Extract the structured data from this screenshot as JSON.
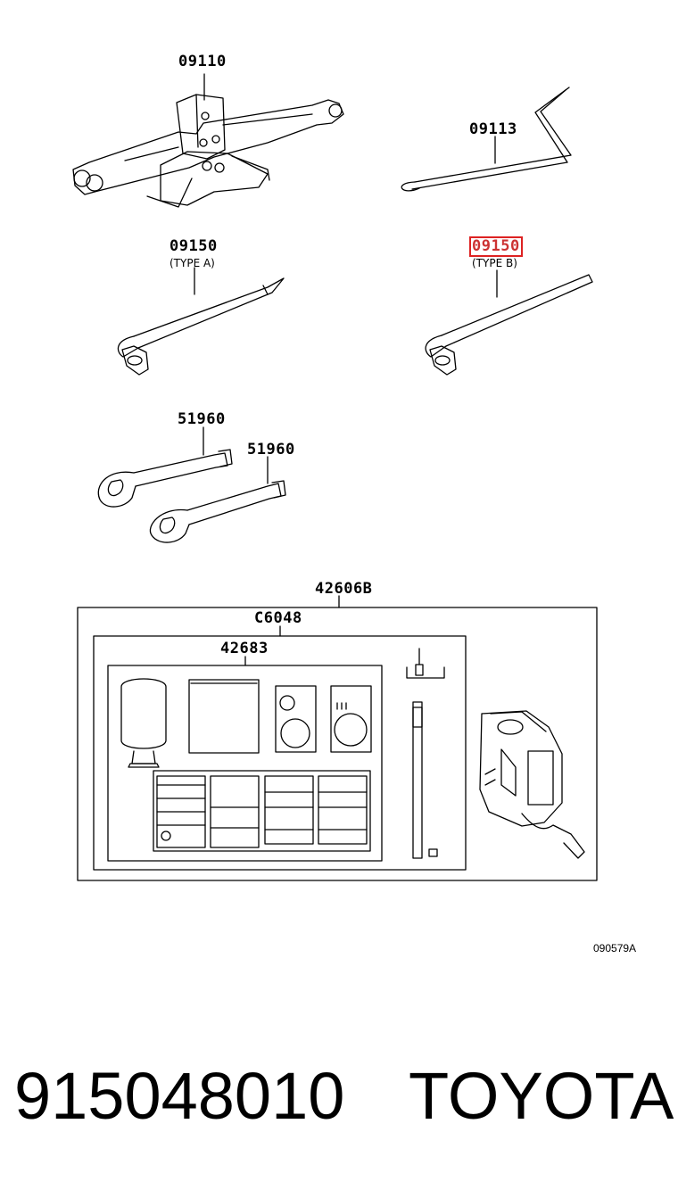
{
  "callouts": {
    "jack": "09110",
    "handle": "09113",
    "wrench_a": "09150",
    "wrench_a_type": "(TYPE A)",
    "wrench_b": "09150",
    "wrench_b_type": "(TYPE B)",
    "hook_1": "51960",
    "hook_2": "51960",
    "kit": "42606B",
    "case": "C6048",
    "bottle_set": "42683"
  },
  "highlight_color": "#dd2222",
  "diagram_code": "090579A",
  "footer": {
    "part_number": "915048010",
    "brand": "TOYOTA"
  }
}
